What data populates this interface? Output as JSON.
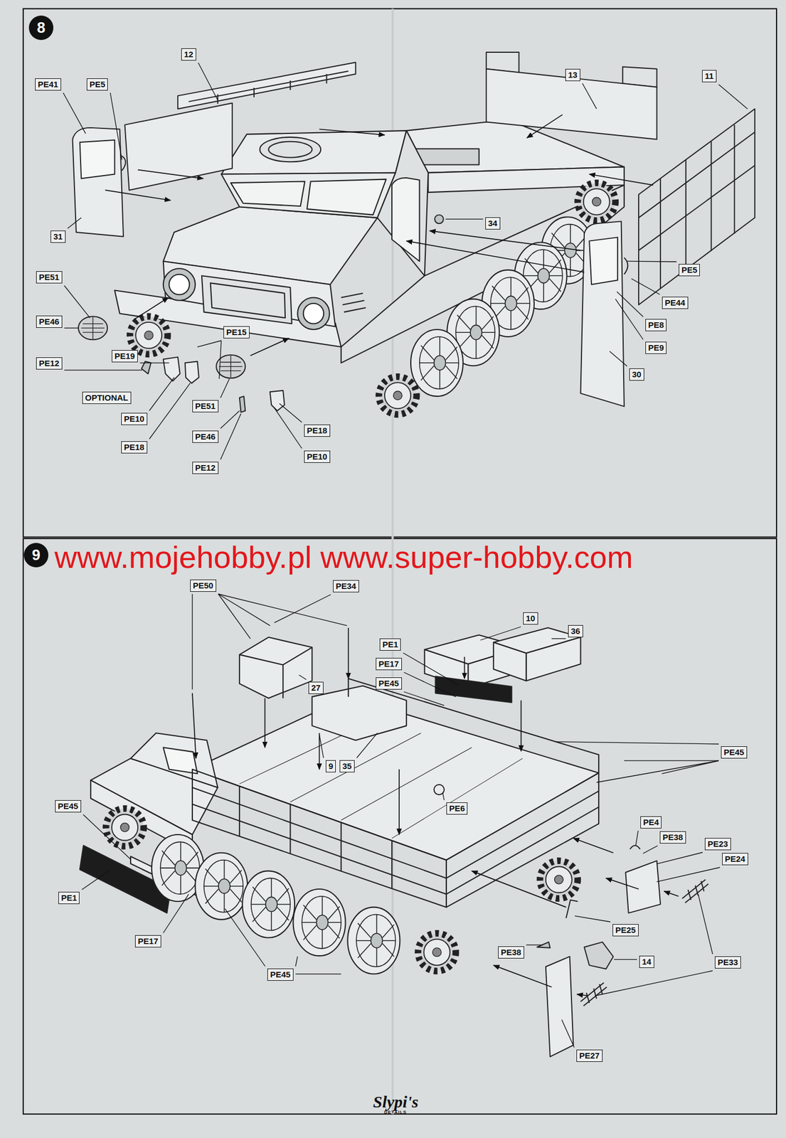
{
  "diagram": {
    "nodes": [
      {
        "text": [
          "8"
        ]
      },
      {
        "text": [
          "12"
        ]
      },
      {
        "text": [
          "PE41"
        ]
      },
      {
        "text": [
          "PE5"
        ]
      },
      {
        "text": [
          "13"
        ]
      },
      {
        "text": [
          "11"
        ]
      },
      {
        "text": [
          "34"
        ]
      },
      {
        "text": [
          "PE5"
        ]
      },
      {
        "text": [
          "PE44"
        ]
      },
      {
        "text": [
          "PE8"
        ]
      },
      {
        "text": [
          "PE9"
        ]
      },
      {
        "text": [
          "30"
        ]
      },
      {
        "text": [
          "31"
        ]
      },
      {
        "text": [
          "PE51"
        ]
      },
      {
        "text": [
          "PE46"
        ]
      },
      {
        "text": [
          "PE15"
        ]
      },
      {
        "text": [
          "PE19"
        ]
      },
      {
        "text": [
          "PE12"
        ]
      },
      {
        "text": [
          "OPTIONAL"
        ]
      },
      {
        "text": [
          "PE10"
        ]
      },
      {
        "text": [
          "PE51"
        ]
      },
      {
        "text": [
          "PE18"
        ]
      },
      {
        "text": [
          "PE18"
        ]
      },
      {
        "text": [
          "PE46"
        ]
      },
      {
        "text": [
          "PE10"
        ]
      },
      {
        "text": [
          "PE12"
        ]
      },
      {
        "text": [
          "9"
        ]
      },
      {
        "text": [
          "PE50"
        ]
      },
      {
        "text": [
          "PE34"
        ]
      },
      {
        "text": [
          "10"
        ]
      },
      {
        "text": [
          "36"
        ]
      },
      {
        "text": [
          "PE1"
        ]
      },
      {
        "text": [
          "PE17"
        ]
      },
      {
        "text": [
          "PE45"
        ]
      },
      {
        "text": [
          "27"
        ]
      },
      {
        "text": [
          "9"
        ]
      },
      {
        "text": [
          "35"
        ]
      },
      {
        "text": [
          "PE45"
        ]
      },
      {
        "text": [
          "PE45"
        ]
      },
      {
        "text": [
          "PE6"
        ]
      },
      {
        "text": [
          "PE4"
        ]
      },
      {
        "text": [
          "PE38"
        ]
      },
      {
        "text": [
          "PE23"
        ]
      },
      {
        "text": [
          "PE24"
        ]
      },
      {
        "text": [
          "PE1"
        ]
      },
      {
        "text": [
          "PE17"
        ]
      },
      {
        "text": [
          "PE25"
        ]
      },
      {
        "text": [
          "PE38"
        ]
      },
      {
        "text": [
          "14"
        ]
      },
      {
        "text": [
          "PE33"
        ]
      },
      {
        "text": [
          "PE45"
        ]
      },
      {
        "text": [
          "PE27"
        ]
      }
    ],
    "labels": [
      "www.mojehobby.pl www.super-hobby.com",
      "Slypi's",
      "DETAILS"
    ]
  }
}
